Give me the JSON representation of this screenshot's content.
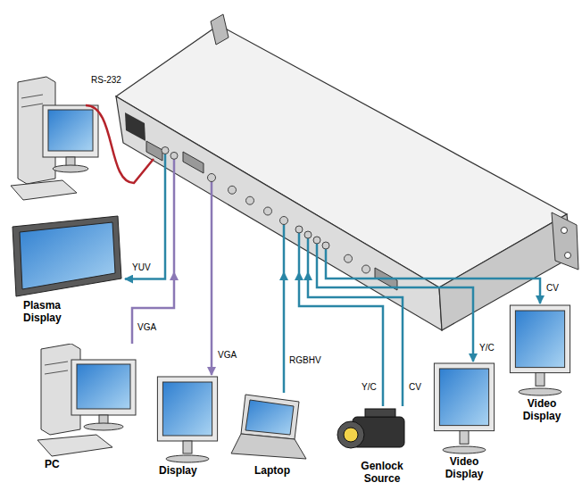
{
  "diagram": {
    "nodes": [
      {
        "text": []
      },
      {
        "text": [
          "Plasma Display"
        ]
      },
      {
        "text": [
          "PC"
        ]
      },
      {
        "text": [
          "Display"
        ]
      },
      {
        "text": [
          "Laptop"
        ]
      },
      {
        "text": [
          "Genlock Source"
        ]
      },
      {
        "text": [
          "Video Display"
        ]
      },
      {
        "text": [
          "Video Display"
        ]
      }
    ],
    "edges": [
      {
        "from": 0,
        "to": 1,
        "label": "YUV",
        "arrow": "to"
      },
      {
        "from": 2,
        "to": 0,
        "label": "VGA",
        "arrow": "to"
      },
      {
        "from": 0,
        "to": 3,
        "label": "VGA",
        "arrow": "to"
      },
      {
        "from": 4,
        "to": 0,
        "label": "RGBHV",
        "arrow": "to"
      },
      {
        "from": 5,
        "to": 0,
        "label": "Y/C",
        "arrow": "to"
      },
      {
        "from": 5,
        "to": 0,
        "label": "CV",
        "arrow": "to"
      },
      {
        "from": 0,
        "to": 7,
        "label": "Y/C",
        "arrow": "to"
      },
      {
        "from": 0,
        "to": 6,
        "label": "CV",
        "arrow": "to"
      }
    ],
    "labels": [
      "RS-232"
    ]
  }
}
